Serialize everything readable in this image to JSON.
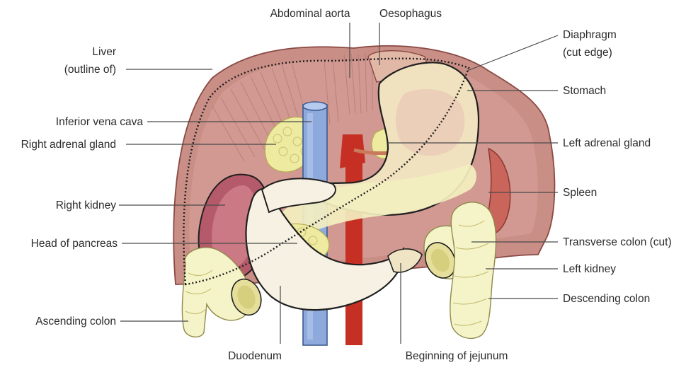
{
  "labels": {
    "abdominal_aorta": "Abdominal aorta",
    "oesophagus": "Oesophagus",
    "diaphragm_line1": "Diaphragm",
    "diaphragm_line2": "(cut edge)",
    "liver_line1": "Liver",
    "liver_line2": "(outline of)",
    "stomach": "Stomach",
    "inferior_vena_cava": "Inferior vena cava",
    "right_adrenal_gland": "Right adrenal gland",
    "left_adrenal_gland": "Left adrenal gland",
    "right_kidney": "Right kidney",
    "spleen": "Spleen",
    "head_of_pancreas": "Head of pancreas",
    "transverse_colon": "Transverse colon (cut)",
    "left_kidney": "Left kidney",
    "descending_colon": "Descending colon",
    "ascending_colon": "Ascending colon",
    "duodenum": "Duodenum",
    "beginning_of_jejunum": "Beginning of jejunum"
  },
  "colors": {
    "diaphragm": "#c98e86",
    "diaphragm_dark": "#a9665e",
    "muscle_fibre": "#b77d76",
    "kidney": "#b55a6a",
    "kidney_light": "#d88d98",
    "stomach": "#f1e2bf",
    "stomach_shadow": "#e8c7b7",
    "pancreas": "#f3efc0",
    "adrenal": "#eeeaa0",
    "ivc": "#8eaadc",
    "aorta": "#c62f24",
    "colon": "#f5f3c8",
    "colon_dark": "#e6df9c",
    "spleen": "#c9655b"
  }
}
